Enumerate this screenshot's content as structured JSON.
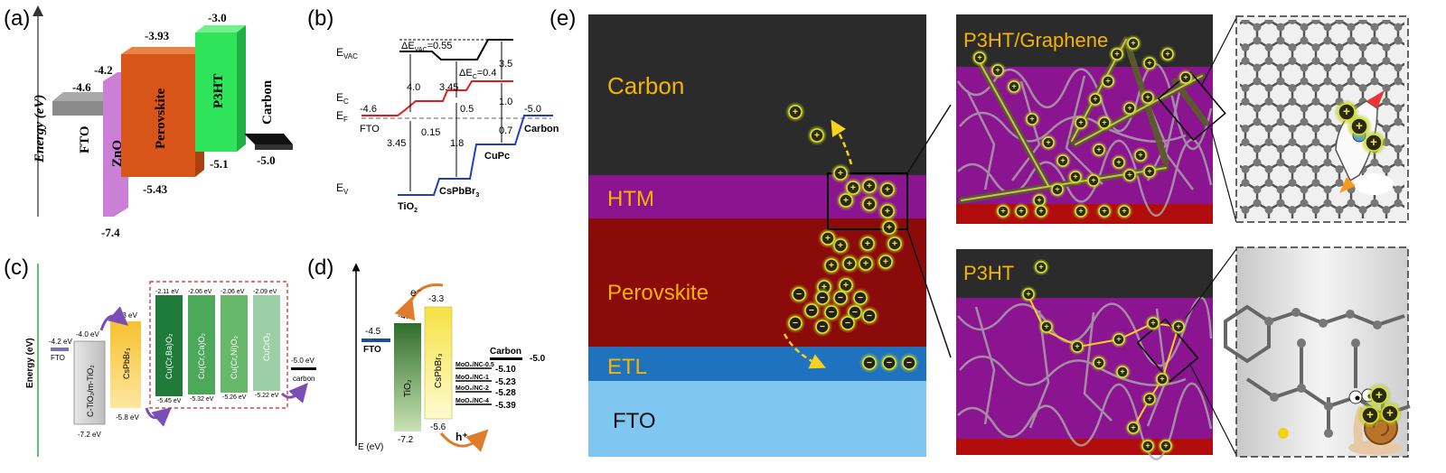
{
  "panels": {
    "a": {
      "tag": "(a)",
      "axis": "Energy (eV)",
      "fto_level": "-4.6",
      "fto_label": "FTO",
      "zno_top": "-4.2",
      "zno_bottom": "-7.4",
      "zno_label": "ZnO",
      "pvk_top": "-3.93",
      "pvk_bottom": "-5.43",
      "pvk_label": "Perovskite",
      "p3ht_top": "-3.0",
      "p3ht_bottom": "-5.1",
      "p3ht_label": "P3HT",
      "carbon_level": "-5.0",
      "carbon_label": "Carbon"
    },
    "b": {
      "tag": "(b)",
      "evac": "E",
      "evac_sub": "VAC",
      "ec": "E",
      "ec_sub": "C",
      "ef": "E",
      "ef_sub": "F",
      "ev": "E",
      "ev_sub": "V",
      "d_evac": "ΔE",
      "d_evac_sub": "VAC",
      "d_evac_val": "=0.55",
      "d_ec": "ΔE",
      "d_ec_sub": "C",
      "d_ec_val": "=0.4",
      "v_m46": "-4.6",
      "v_m50": "-5.0",
      "v_40": "4.0",
      "v_345a": "3.45",
      "v_35": "3.5",
      "v_05": "0.5",
      "v_10": "1.0",
      "v_07": "0.7",
      "v_015": "0.15",
      "v_18": "1.8",
      "v_345b": "3.45",
      "fto": "FTO",
      "carbon": "Carbon",
      "cupc": "CuPc",
      "cspbbr3": "CsPbBr",
      "cspbbr3_sub": "3",
      "tio2": "TiO",
      "tio2_sub": "2"
    },
    "c": {
      "tag": "(c)",
      "axis": "Energy (eV)",
      "fto_val": "-4.2 eV",
      "fto": "FTO",
      "tio_top": "-4.0 eV",
      "tio_bot": "-7.2 eV",
      "tio_label": "C-TiO₂/m-TiO₂",
      "pvk_top": "-3.3 eV",
      "pvk_bot": "-5.8 eV",
      "pvk_label": "CsPbBr₃",
      "b1_top": "-2.11 eV",
      "b1_bot": "-5.45 eV",
      "b1_label": "Cu(Cr,Ba)O₂",
      "b2_top": "-2.06 eV",
      "b2_bot": "-5.32 eV",
      "b2_label": "Cu(Cr,Ca)O₂",
      "b3_top": "-2.06 eV",
      "b3_bot": "-5.26 eV",
      "b3_label": "Cu(Cr,Ni)O₂",
      "b4_top": "-2.09 eV",
      "b4_bot": "-5.22 eV",
      "b4_label": "CuCrO₂",
      "carbon_val": "-5.0 eV",
      "carbon": "carbon"
    },
    "d": {
      "tag": "(d)",
      "axis": "E (eV)",
      "fto_val": "-4.5",
      "fto": "FTO",
      "tio_top": "-4.2",
      "tio_bot": "-7.2",
      "tio_label": "TiO₂",
      "pvk_top": "-3.3",
      "pvk_bot": "-5.6",
      "pvk_label": "CsPbBr₃",
      "e": "e⁻",
      "h": "h⁺",
      "carbon": "Carbon",
      "carbon_val": "-5.0",
      "m1": "MoO₂/NC-0.5",
      "m1v": "-5.10",
      "m2": "MoO₂/NC-1",
      "m2v": "-5.23",
      "m3": "MoO₂/NC-2",
      "m3v": "-5.28",
      "m4": "MoO₂/NC-4",
      "m4v": "-5.39"
    },
    "e": {
      "tag": "(e)",
      "carbon": "Carbon",
      "htm": "HTM",
      "perovskite": "Perovskite",
      "etl": "ETL",
      "fto": "FTO",
      "top_label": "P3HT/Graphene",
      "bottom_label": "P3HT",
      "plus": "+",
      "minus": "−"
    }
  },
  "colors": {
    "fto": "#7b7b7b",
    "zno": "#cc7fd6",
    "perovskite": "#d9561a",
    "p3ht": "#2fe35a",
    "carbon_dark": "#2a2a2a",
    "htm": "#8b1590",
    "pvk_layer": "#8b0a0a",
    "etl": "#1f73be",
    "fto_layer": "#7fc6f0",
    "label_gold": "#f4b400"
  }
}
